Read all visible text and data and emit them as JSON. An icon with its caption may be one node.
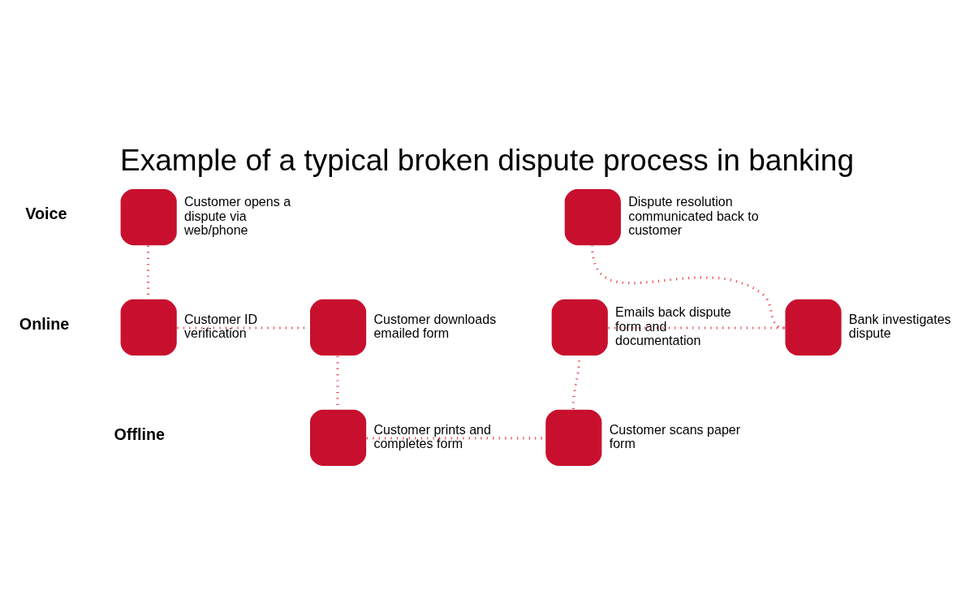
{
  "diagram": {
    "title": "Example of a typical broken dispute process in banking",
    "nodes": [
      {
        "text": [],
        "shape": "box",
        "beside": [
          "Customer opens a dispute via web/phone"
        ]
      },
      {
        "text": [],
        "shape": "box",
        "beside": [
          "Customer ID verification"
        ]
      },
      {
        "text": [],
        "shape": "box",
        "beside": [
          "Customer downloads emailed form"
        ]
      },
      {
        "text": [],
        "shape": "box",
        "beside": [
          "Customer prints and completes form"
        ]
      },
      {
        "text": [],
        "shape": "box",
        "beside": [
          "Customer scans paper form"
        ]
      },
      {
        "text": [],
        "shape": "box",
        "beside": [
          "Emails back dispute form and documentation"
        ]
      },
      {
        "text": [],
        "shape": "box",
        "beside": [
          "Bank investigates dispute"
        ]
      },
      {
        "text": [],
        "shape": "box",
        "beside": [
          "Dispute resolution communicated back to customer"
        ]
      }
    ],
    "edges": [
      {
        "from": 0,
        "to": 1,
        "arrow": "none"
      },
      {
        "from": 1,
        "to": 2,
        "arrow": "none"
      },
      {
        "from": 2,
        "to": 3,
        "arrow": "none"
      },
      {
        "from": 3,
        "to": 4,
        "arrow": "none"
      },
      {
        "from": 4,
        "to": 5,
        "arrow": "none"
      },
      {
        "from": 5,
        "to": 6,
        "arrow": "none"
      },
      {
        "from": 6,
        "to": 7,
        "arrow": "none"
      }
    ],
    "labels": [
      "Voice",
      "Online",
      "Offline"
    ]
  }
}
